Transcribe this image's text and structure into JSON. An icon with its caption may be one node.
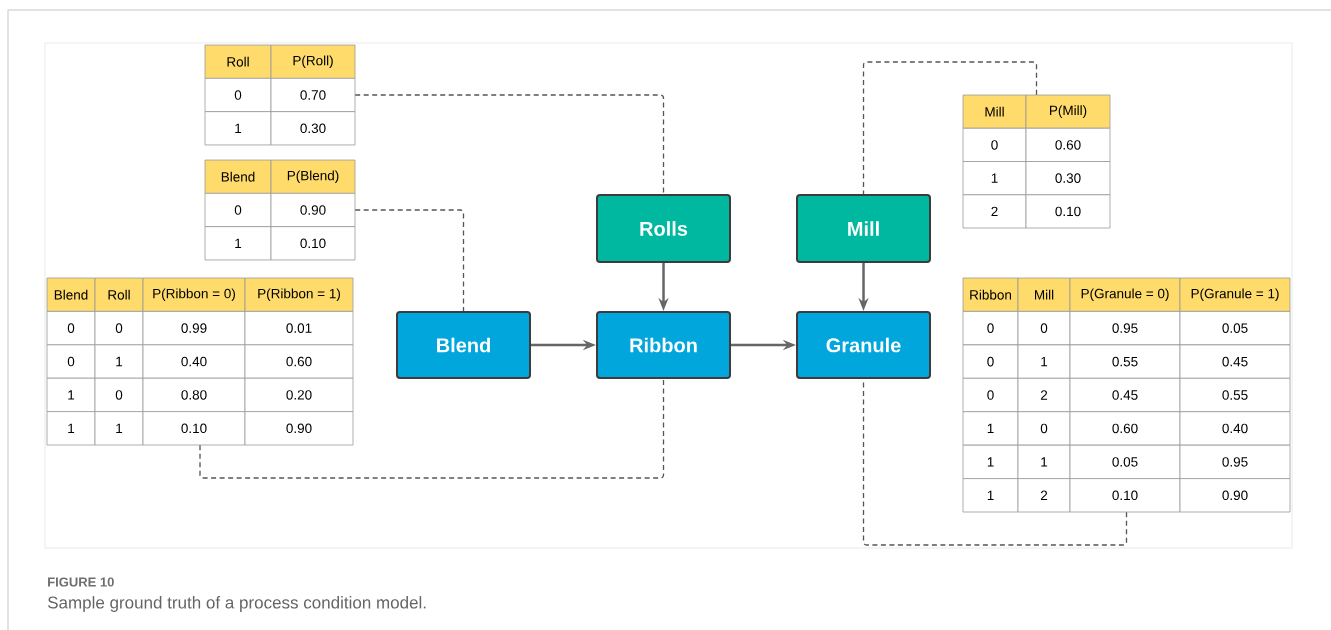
{
  "diagram": {
    "title": "FIGURE 10",
    "caption": "Sample ground truth of a process condition model.",
    "nodes": [
      {
        "text": [
          "Roll",
          "P(Roll)",
          "0",
          "0.70",
          "1",
          "0.30"
        ]
      },
      {
        "text": [
          "Mill",
          "P(Mill)",
          "0",
          "0.60",
          "1",
          "0.30",
          "2",
          "0.10"
        ]
      },
      {
        "text": [
          "Blend",
          "P(Blend)",
          "0",
          "0.90",
          "1",
          "0.10"
        ]
      },
      {
        "text": [
          "Rolls"
        ]
      },
      {
        "text": [
          "Mill"
        ]
      },
      {
        "text": [
          "Blend"
        ]
      },
      {
        "text": [
          "Ribbon"
        ]
      },
      {
        "text": [
          "Granule"
        ]
      },
      {
        "text": [
          "Blend",
          "Roll",
          "P(Ribbon = 0)",
          "P(Ribbon = 1)",
          "0",
          "0",
          "0.99",
          "0.01",
          "0",
          "1",
          "0.40",
          "0.60",
          "1",
          "0",
          "0.80",
          "0.20",
          "1",
          "1",
          "0.10",
          "0.90"
        ]
      },
      {
        "text": [
          "Ribbon",
          "Mill",
          "P(Granule = 0)",
          "P(Granule = 1)",
          "0",
          "0",
          "0.95",
          "0.05",
          "0",
          "1",
          "0.55",
          "0.45",
          "0",
          "2",
          "0.45",
          "0.55",
          "1",
          "0",
          "0.60",
          "0.40",
          "1",
          "1",
          "0.05",
          "0.95",
          "1",
          "2",
          "0.10",
          "0.90"
        ]
      }
    ],
    "edges": [
      {
        "from": 5,
        "to": 6,
        "arrow": "to"
      },
      {
        "from": 3,
        "to": 6,
        "arrow": "to"
      },
      {
        "from": 6,
        "to": 7,
        "arrow": "to"
      },
      {
        "from": 4,
        "to": 7,
        "arrow": "to"
      },
      {
        "from": 0,
        "to": 3,
        "arrow": "none",
        "style": "dashed"
      },
      {
        "from": 2,
        "to": 5,
        "arrow": "none",
        "style": "dashed"
      },
      {
        "from": 8,
        "to": 6,
        "arrow": "none",
        "style": "dashed"
      },
      {
        "from": 1,
        "to": 4,
        "arrow": "none",
        "style": "dashed"
      },
      {
        "from": 9,
        "to": 7,
        "arrow": "none",
        "style": "dashed"
      }
    ]
  }
}
